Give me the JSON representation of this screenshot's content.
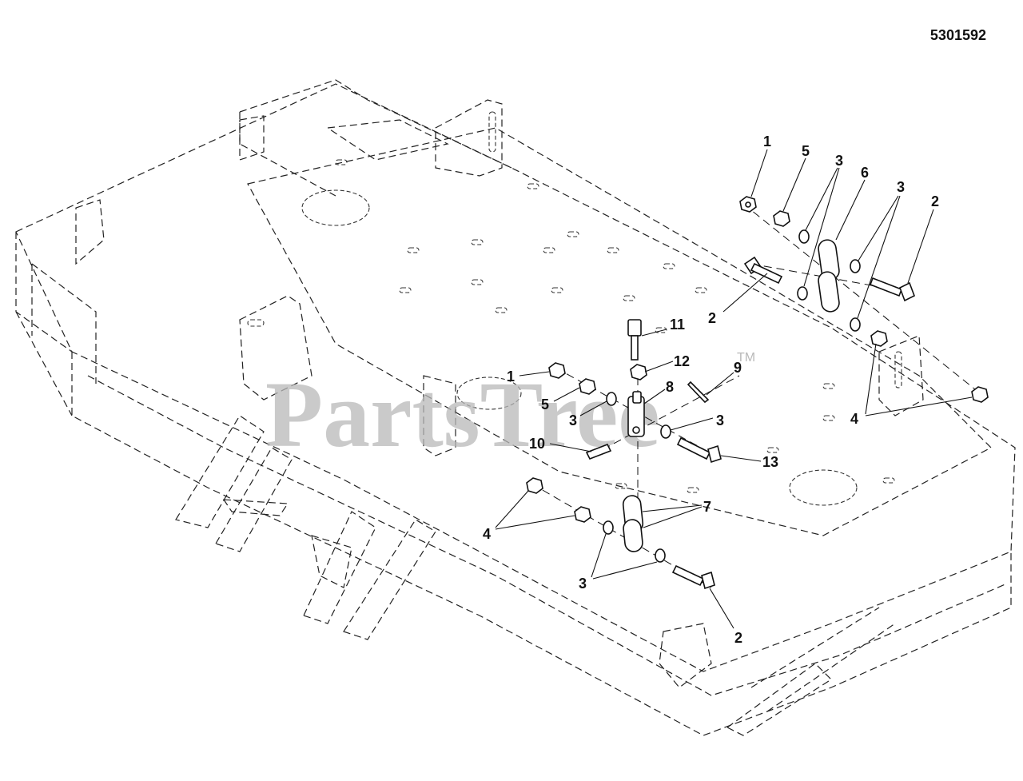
{
  "diagram_id": "5301592",
  "watermark": {
    "brand": "PartsTree",
    "trademark": "TM"
  },
  "callouts": [
    {
      "id": "c1a",
      "label": "1"
    },
    {
      "id": "c5a",
      "label": "5"
    },
    {
      "id": "c3a",
      "label": "3"
    },
    {
      "id": "c6",
      "label": "6"
    },
    {
      "id": "c3b",
      "label": "3"
    },
    {
      "id": "c2a",
      "label": "2"
    },
    {
      "id": "c2b",
      "label": "2"
    },
    {
      "id": "c11",
      "label": "11"
    },
    {
      "id": "c12",
      "label": "12"
    },
    {
      "id": "c9",
      "label": "9"
    },
    {
      "id": "c1b",
      "label": "1"
    },
    {
      "id": "c8",
      "label": "8"
    },
    {
      "id": "c5b",
      "label": "5"
    },
    {
      "id": "c3c",
      "label": "3"
    },
    {
      "id": "c3d",
      "label": "3"
    },
    {
      "id": "c4a",
      "label": "4"
    },
    {
      "id": "c10",
      "label": "10"
    },
    {
      "id": "c13",
      "label": "13"
    },
    {
      "id": "c7",
      "label": "7"
    },
    {
      "id": "c4b",
      "label": "4"
    },
    {
      "id": "c3e",
      "label": "3"
    },
    {
      "id": "c2c",
      "label": "2"
    }
  ]
}
